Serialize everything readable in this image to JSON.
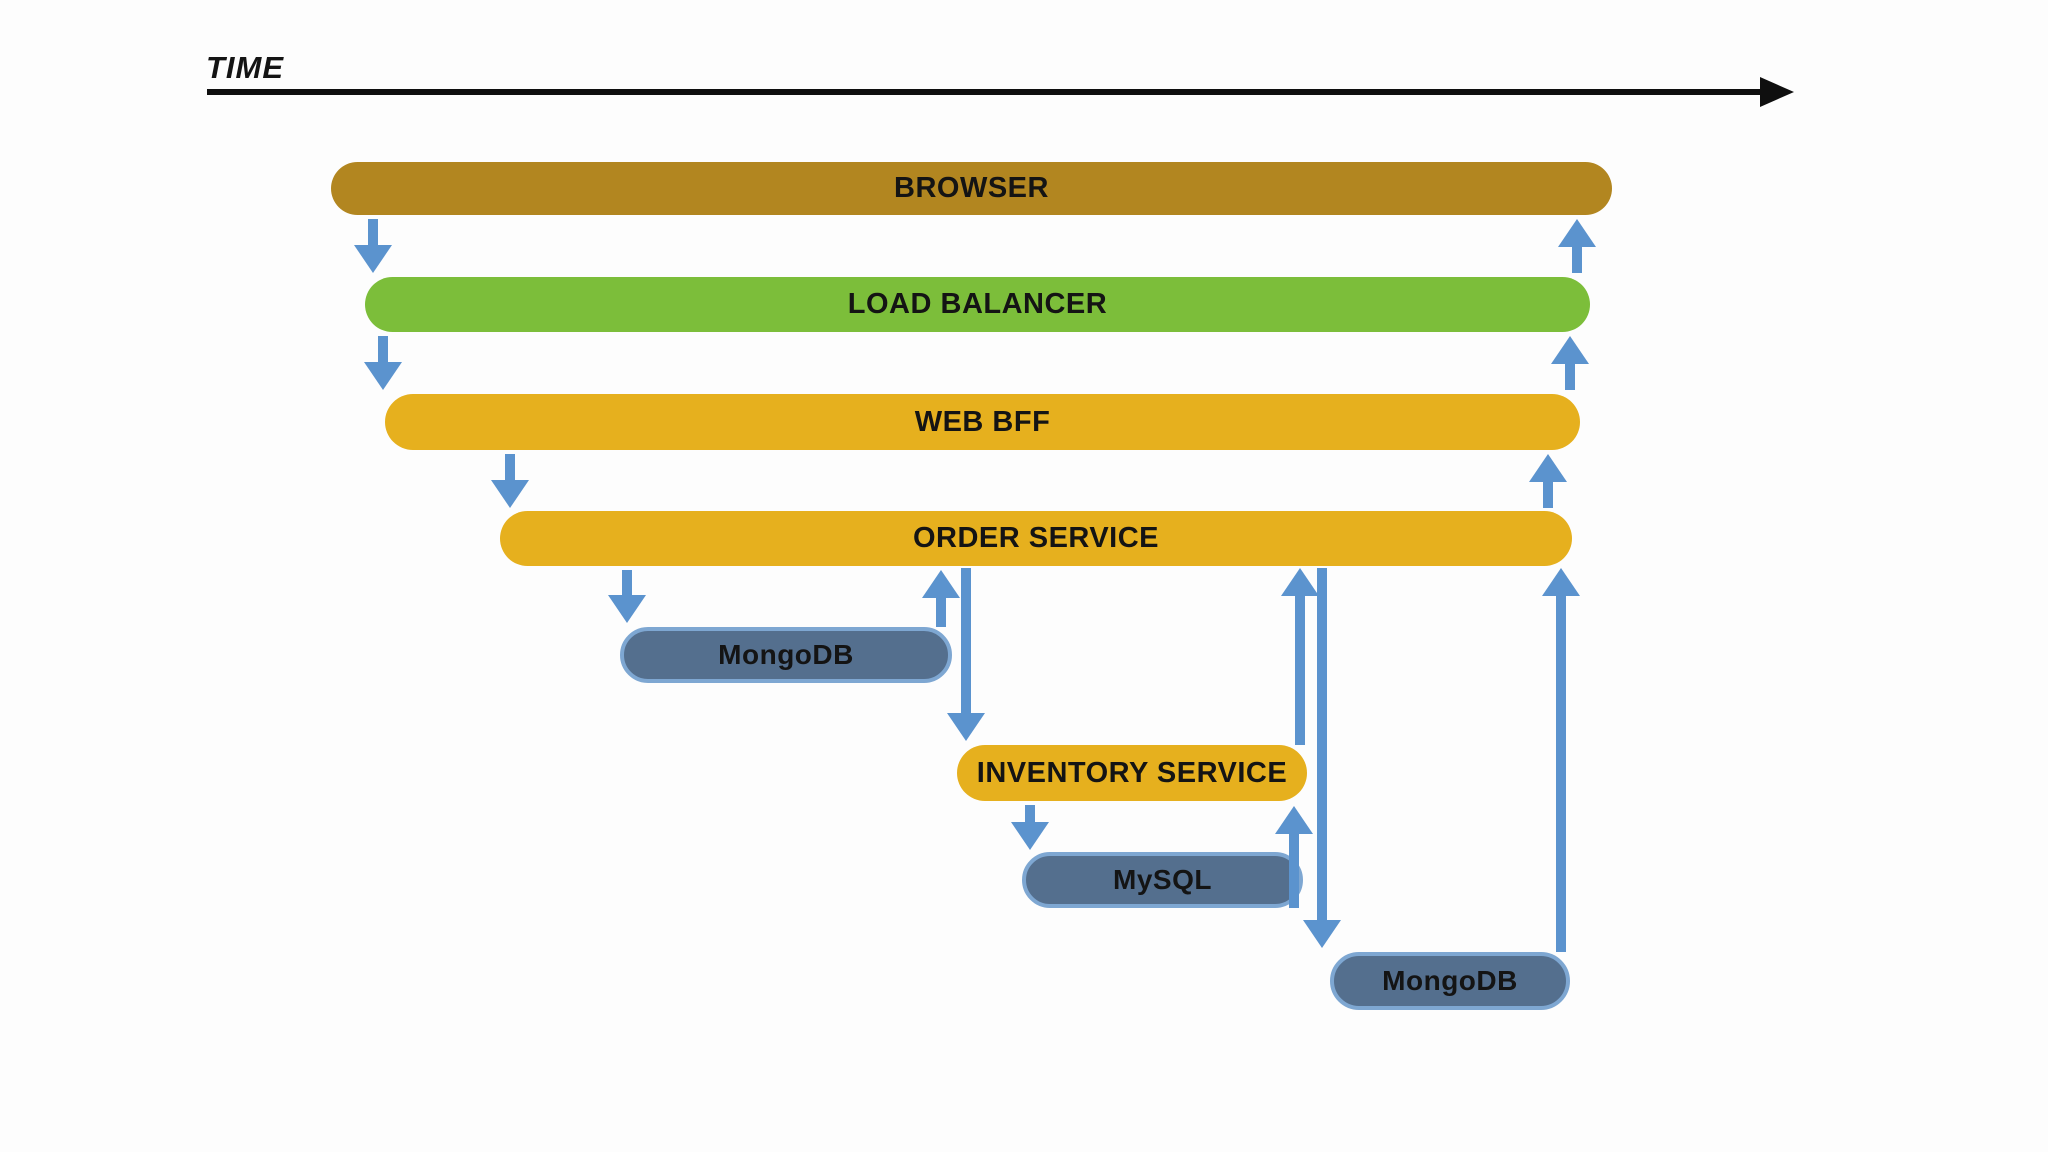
{
  "diagram": {
    "kind": "request-flow-timeline",
    "time_axis": {
      "label": "TIME"
    },
    "nodes": {
      "browser": {
        "label": "BROWSER",
        "type": "client",
        "color": "#B28620"
      },
      "load_balancer": {
        "label": "LOAD BALANCER",
        "type": "infra",
        "color": "#7CBE3A"
      },
      "web_bff": {
        "label": "WEB BFF",
        "type": "service",
        "color": "#E6B01E"
      },
      "order_service": {
        "label": "ORDER SERVICE",
        "type": "service",
        "color": "#E6B01E"
      },
      "mongodb_order": {
        "label": "MongoDB",
        "type": "database",
        "color": "#546F8E"
      },
      "inventory_service": {
        "label": "INVENTORY SERVICE",
        "type": "service",
        "color": "#E6B01E"
      },
      "mysql_inventory": {
        "label": "MySQL",
        "type": "database",
        "color": "#546F8E"
      },
      "mongodb_order2": {
        "label": "MongoDB",
        "type": "database",
        "color": "#546F8E"
      }
    },
    "edges": [
      {
        "from": "browser",
        "to": "load_balancer",
        "direction": "down"
      },
      {
        "from": "load_balancer",
        "to": "web_bff",
        "direction": "down"
      },
      {
        "from": "web_bff",
        "to": "order_service",
        "direction": "down"
      },
      {
        "from": "order_service",
        "to": "mongodb_order",
        "direction": "down"
      },
      {
        "from": "mongodb_order",
        "to": "order_service",
        "direction": "up"
      },
      {
        "from": "order_service",
        "to": "inventory_service",
        "direction": "down"
      },
      {
        "from": "inventory_service",
        "to": "mysql_inventory",
        "direction": "down"
      },
      {
        "from": "mysql_inventory",
        "to": "inventory_service",
        "direction": "up"
      },
      {
        "from": "inventory_service",
        "to": "order_service",
        "direction": "up"
      },
      {
        "from": "order_service",
        "to": "mongodb_order2",
        "direction": "down"
      },
      {
        "from": "mongodb_order2",
        "to": "order_service",
        "direction": "up"
      },
      {
        "from": "order_service",
        "to": "web_bff",
        "direction": "up"
      },
      {
        "from": "web_bff",
        "to": "load_balancer",
        "direction": "up"
      },
      {
        "from": "load_balancer",
        "to": "browser",
        "direction": "up"
      }
    ],
    "colors": {
      "arrow": "#5B93CE",
      "axis": "#0f0f0f",
      "text": "#141414",
      "db_border": "#7EA7D2",
      "background": "#FDFDFD"
    }
  }
}
